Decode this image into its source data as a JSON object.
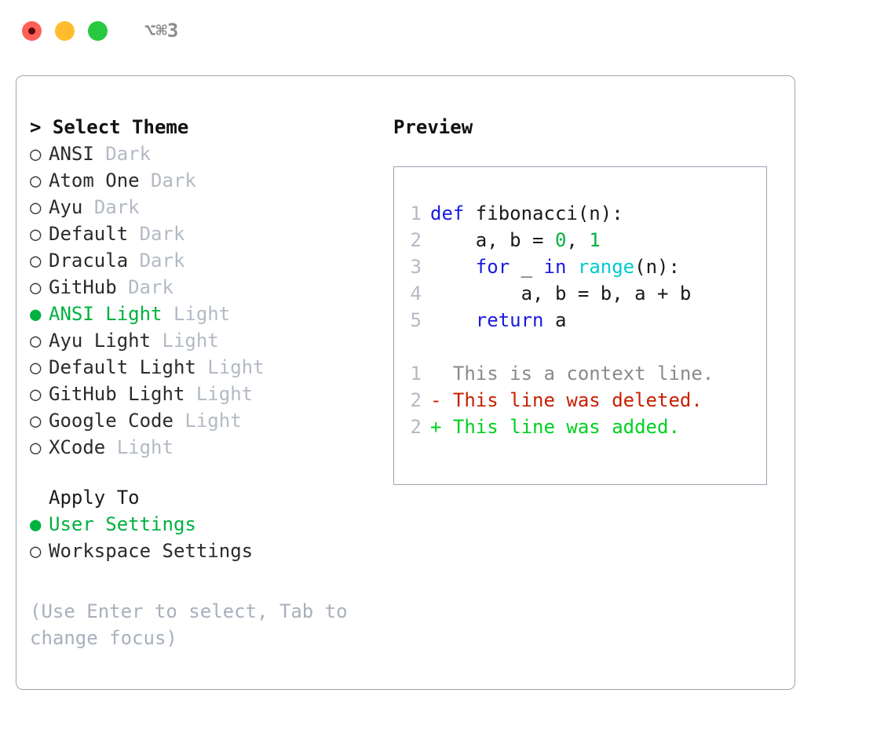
{
  "titlebar": {
    "shortcut": "⌥⌘3",
    "buttons": [
      {
        "name": "close",
        "color": "#ff5f57"
      },
      {
        "name": "minimize",
        "color": "#ffbd2e"
      },
      {
        "name": "maximize",
        "color": "#28c840"
      }
    ]
  },
  "colors": {
    "accent_green": "#00b140",
    "muted_gray": "#b3bac4",
    "hint_gray": "#a8b0bc",
    "border": "#9aa5b1",
    "keyword_blue": "#1a1ae0",
    "function_cyan": "#00cccc",
    "diff_add": "#00d020",
    "diff_del": "#c82000",
    "diff_ctx": "#8a8a8a"
  },
  "theme_section": {
    "prompt": ">",
    "title": "Select Theme",
    "bullet_selected": "●",
    "bullet_unselected": "○",
    "items": [
      {
        "name": "ANSI",
        "kind": "Dark",
        "selected": false
      },
      {
        "name": "Atom One",
        "kind": "Dark",
        "selected": false
      },
      {
        "name": "Ayu",
        "kind": "Dark",
        "selected": false
      },
      {
        "name": "Default",
        "kind": "Dark",
        "selected": false
      },
      {
        "name": "Dracula",
        "kind": "Dark",
        "selected": false
      },
      {
        "name": "GitHub",
        "kind": "Dark",
        "selected": false
      },
      {
        "name": "ANSI Light",
        "kind": "Light",
        "selected": true
      },
      {
        "name": "Ayu Light",
        "kind": "Light",
        "selected": false
      },
      {
        "name": "Default Light",
        "kind": "Light",
        "selected": false
      },
      {
        "name": "GitHub Light",
        "kind": "Light",
        "selected": false
      },
      {
        "name": "Google Code",
        "kind": "Light",
        "selected": false
      },
      {
        "name": "XCode",
        "kind": "Light",
        "selected": false
      }
    ]
  },
  "apply_section": {
    "title": "Apply To",
    "items": [
      {
        "name": "User Settings",
        "selected": true
      },
      {
        "name": "Workspace Settings",
        "selected": false
      }
    ]
  },
  "hint": "(Use Enter to select, Tab to change focus)",
  "preview": {
    "title": "Preview",
    "code_lines": [
      {
        "n": "1",
        "tokens": [
          {
            "t": "def",
            "c": "kw"
          },
          {
            "t": " fibonacci(n):",
            "c": "id"
          }
        ]
      },
      {
        "n": "2",
        "tokens": [
          {
            "t": "    a, b = ",
            "c": "id"
          },
          {
            "t": "0",
            "c": "num"
          },
          {
            "t": ", ",
            "c": "id"
          },
          {
            "t": "1",
            "c": "num"
          }
        ]
      },
      {
        "n": "3",
        "tokens": [
          {
            "t": "    ",
            "c": "id"
          },
          {
            "t": "for",
            "c": "kw"
          },
          {
            "t": " _ ",
            "c": "id"
          },
          {
            "t": "in",
            "c": "kw"
          },
          {
            "t": " ",
            "c": "id"
          },
          {
            "t": "range",
            "c": "fn"
          },
          {
            "t": "(n):",
            "c": "id"
          }
        ]
      },
      {
        "n": "4",
        "tokens": [
          {
            "t": "        a, b = b, a + b",
            "c": "id"
          }
        ]
      },
      {
        "n": "5",
        "tokens": [
          {
            "t": "    ",
            "c": "id"
          },
          {
            "t": "return",
            "c": "kw"
          },
          {
            "t": " a",
            "c": "id"
          }
        ]
      }
    ],
    "diff_lines": [
      {
        "n": "1",
        "marker": " ",
        "text": " This is a context line.",
        "kind": "diff-ctx"
      },
      {
        "n": "2",
        "marker": "-",
        "text": " This line was deleted.",
        "kind": "diff-del"
      },
      {
        "n": "2",
        "marker": "+",
        "text": " This line was added.",
        "kind": "diff-add"
      }
    ]
  }
}
